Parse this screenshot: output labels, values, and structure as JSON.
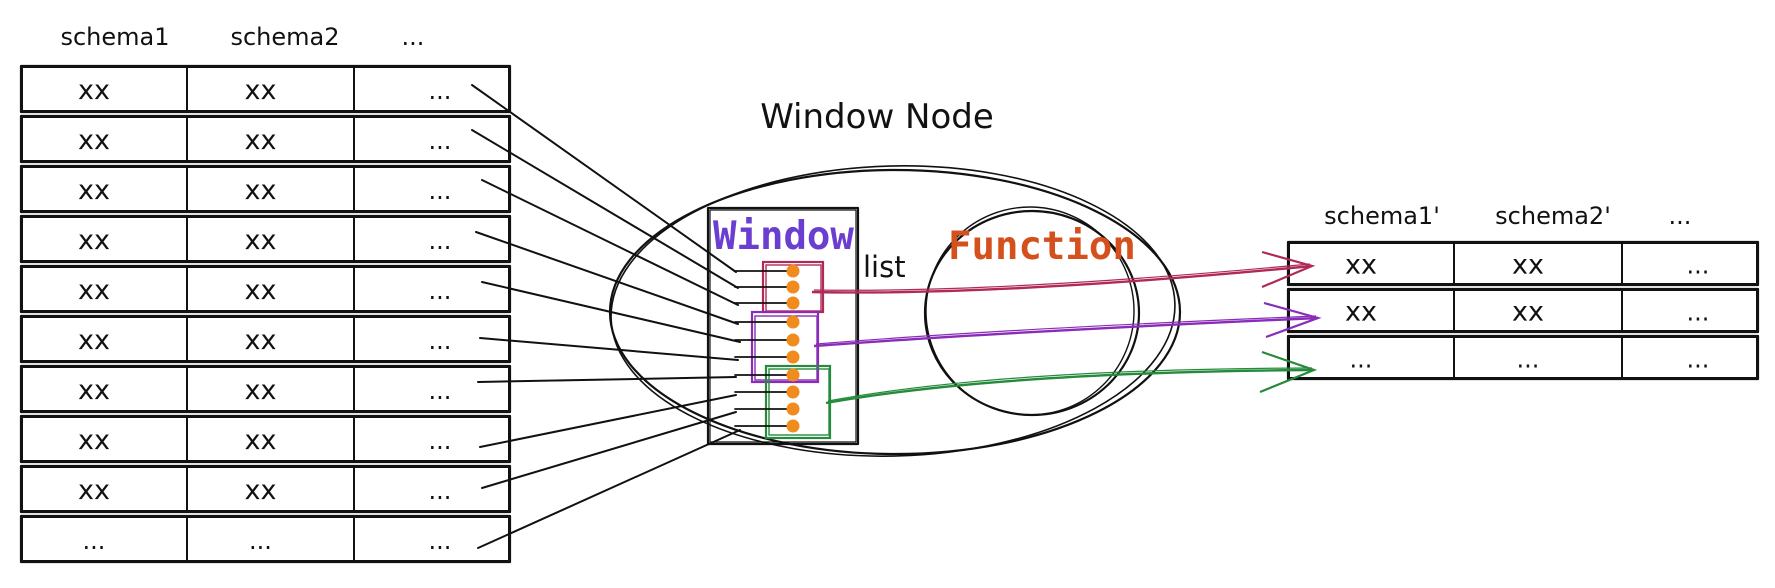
{
  "title": "Window Node",
  "window_label": "Window",
  "function_label": "Function",
  "list_label": "list",
  "colors": {
    "window": "#6a3fd0",
    "function": "#d4501c",
    "dot": "#f08c1e",
    "group1": "#b02a55",
    "group2": "#8a2cb8",
    "group3": "#268a3c"
  },
  "input_table": {
    "headers": [
      "schema1",
      "schema2",
      "..."
    ],
    "rows": [
      [
        "xx",
        "xx",
        "..."
      ],
      [
        "xx",
        "xx",
        "..."
      ],
      [
        "xx",
        "xx",
        "..."
      ],
      [
        "xx",
        "xx",
        "..."
      ],
      [
        "xx",
        "xx",
        "..."
      ],
      [
        "xx",
        "xx",
        "..."
      ],
      [
        "xx",
        "xx",
        "..."
      ],
      [
        "xx",
        "xx",
        "..."
      ],
      [
        "xx",
        "xx",
        "..."
      ],
      [
        "...",
        "...",
        "..."
      ]
    ]
  },
  "output_table": {
    "headers": [
      "schema1'",
      "schema2'",
      "..."
    ],
    "rows": [
      [
        "xx",
        "xx",
        "..."
      ],
      [
        "xx",
        "xx",
        "..."
      ],
      [
        "...",
        "...",
        "..."
      ]
    ]
  }
}
